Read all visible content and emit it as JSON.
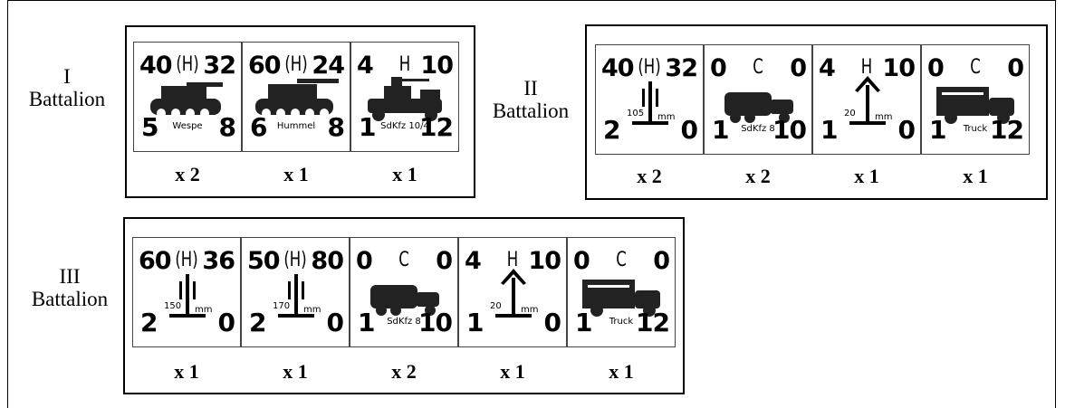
{
  "battalions": [
    {
      "label_line1": "I",
      "label_line2": "Battalion",
      "counters": [
        {
          "tl": "40",
          "tm": "(H)",
          "tr": "32",
          "bl": "5",
          "br": "8",
          "name": "Wespe",
          "qty": "x 2",
          "icon": "wespe-silhouette-icon"
        },
        {
          "tl": "60",
          "tm": "(H)",
          "tr": "24",
          "bl": "6",
          "br": "8",
          "name": "Hummel",
          "qty": "x 1",
          "icon": "hummel-silhouette-icon"
        },
        {
          "tl": "4",
          "tm": "H",
          "tr": "10",
          "bl": "1",
          "br": "12",
          "name": "SdKfz 10/4",
          "qty": "x 1",
          "icon": "halftrack-flak-silhouette-icon"
        }
      ]
    },
    {
      "label_line1": "II",
      "label_line2": "Battalion",
      "counters": [
        {
          "tl": "40",
          "tm": "(H)",
          "tr": "32",
          "bl": "2",
          "br": "0",
          "caliber": "105",
          "unit": "mm",
          "qty": "x 2",
          "icon": "howitzer-symbol-icon"
        },
        {
          "tl": "0",
          "tm": "C",
          "tr": "0",
          "bl": "1",
          "br": "10",
          "name": "SdKfz 8",
          "qty": "x 2",
          "icon": "halftrack-silhouette-icon"
        },
        {
          "tl": "4",
          "tm": "H",
          "tr": "10",
          "bl": "1",
          "br": "0",
          "caliber": "20",
          "unit": "mm",
          "qty": "x 1",
          "icon": "aa-gun-symbol-icon"
        },
        {
          "tl": "0",
          "tm": "C",
          "tr": "0",
          "bl": "1",
          "br": "12",
          "name": "Truck",
          "qty": "x 1",
          "icon": "truck-silhouette-icon"
        }
      ]
    },
    {
      "label_line1": "III",
      "label_line2": "Battalion",
      "counters": [
        {
          "tl": "60",
          "tm": "(H)",
          "tr": "36",
          "bl": "2",
          "br": "0",
          "caliber": "150",
          "unit": "mm",
          "qty": "x 1",
          "icon": "howitzer-symbol-icon"
        },
        {
          "tl": "50",
          "tm": "(H)",
          "tr": "80",
          "bl": "2",
          "br": "0",
          "caliber": "170",
          "unit": "mm",
          "qty": "x 1",
          "icon": "howitzer-symbol-icon"
        },
        {
          "tl": "0",
          "tm": "C",
          "tr": "0",
          "bl": "1",
          "br": "10",
          "name": "SdKfz 8",
          "qty": "x 2",
          "icon": "halftrack-silhouette-icon"
        },
        {
          "tl": "4",
          "tm": "H",
          "tr": "10",
          "bl": "1",
          "br": "0",
          "caliber": "20",
          "unit": "mm",
          "qty": "x 1",
          "icon": "aa-gun-symbol-icon"
        },
        {
          "tl": "0",
          "tm": "C",
          "tr": "0",
          "bl": "1",
          "br": "12",
          "name": "Truck",
          "qty": "x 1",
          "icon": "truck-silhouette-icon"
        }
      ]
    }
  ]
}
